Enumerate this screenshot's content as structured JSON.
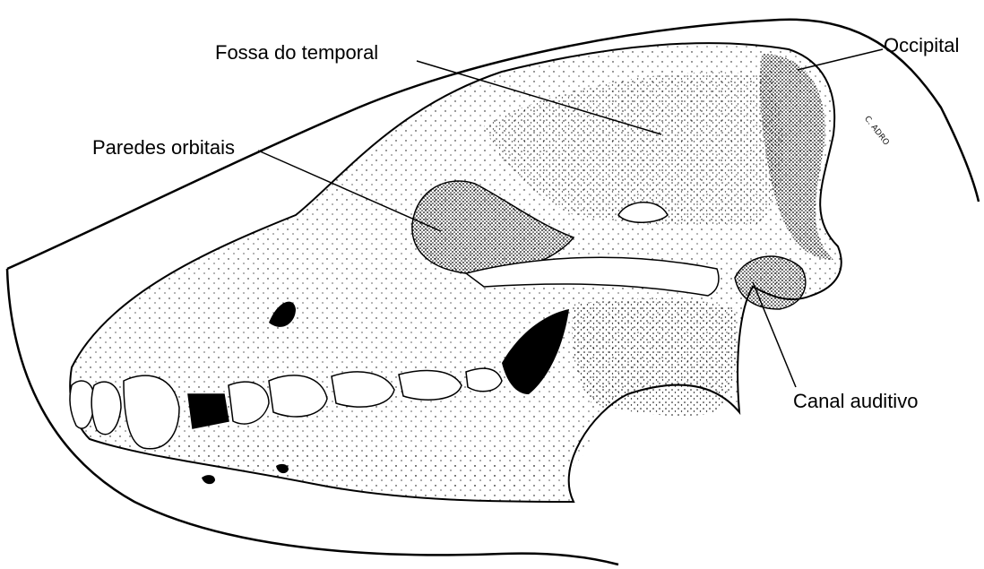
{
  "labels": {
    "fossa_temporal": "Fossa do temporal",
    "occipital": "Occipital",
    "paredes_orbitais": "Paredes orbitais",
    "canal_auditivo": "Canal auditivo"
  },
  "signature": "C. ADRO",
  "colors": {
    "ink": "#000000",
    "background": "#ffffff"
  }
}
